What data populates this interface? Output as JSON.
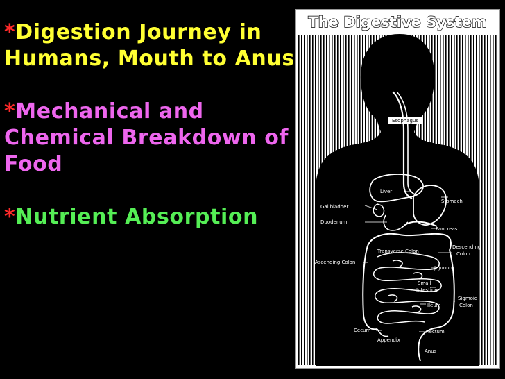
{
  "bullets": [
    {
      "star": "*",
      "text": "Digestion Journey in Humans, Mouth to Anus",
      "color": "#ffff33"
    },
    {
      "star": "*",
      "text": "Mechanical and Chemical Breakdown of Food",
      "color": "#ee66ee"
    },
    {
      "star": "*",
      "text": "Nutrient Absorption",
      "color": "#55ee55"
    }
  ],
  "figure": {
    "title": "The Digestive System",
    "labels": {
      "esophagus": "Esophagus",
      "liver": "Liver",
      "stomach": "Stomach",
      "gallbladder": "Gallbladder",
      "duodenum": "Duodenum",
      "pancreas": "Pancreas",
      "transverse_colon": "Transverse Colon",
      "descending_colon_1": "Descending",
      "descending_colon_2": "Colon",
      "ascending_colon": "Ascending Colon",
      "jejunum": "Jejunum",
      "small_intestine_1": "Small",
      "small_intestine_2": "Intestine",
      "sigmoid_colon_1": "Sigmoid",
      "sigmoid_colon_2": "Colon",
      "ileum": "Ileum",
      "cecum": "Cecum",
      "rectum": "Rectum",
      "appendix": "Appendix",
      "anus": "Anus"
    }
  }
}
